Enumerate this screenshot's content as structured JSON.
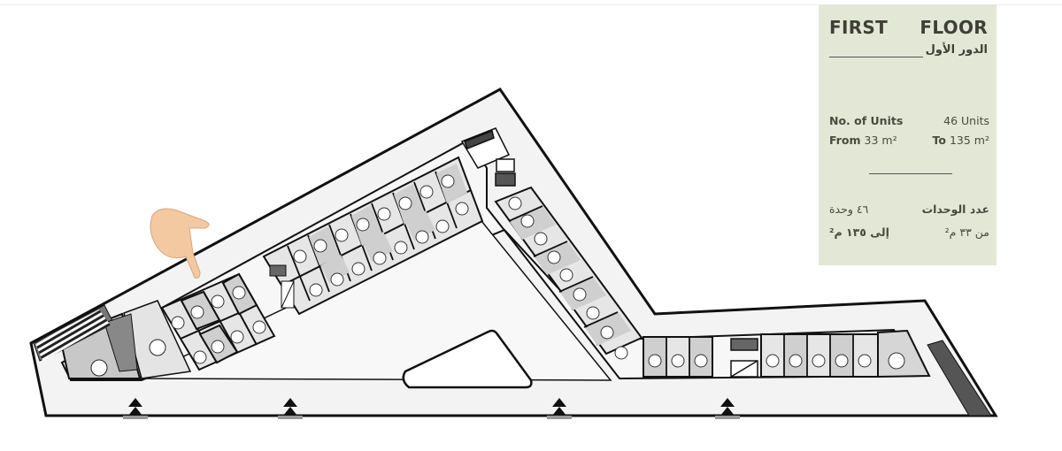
{
  "info_panel": {
    "title_left": "FIRST",
    "title_right": "FLOOR",
    "title_arabic": "الدور الأول",
    "units_label": "No. of Units",
    "units_value": "46 Units",
    "from_label": "From",
    "from_value": "33 m²",
    "to_label": "To",
    "to_value": "135 m²",
    "units_label_arabic": "عدد الوحدات",
    "units_value_arabic": "٤٦ وحدة",
    "from_arabic": "من ٣٣ م²",
    "to_arabic": "إلى ١٣٥ م²",
    "background_color": "#e3e8d6"
  },
  "floor_plan": {
    "name": "First floor plan",
    "pointer": "pointing-hand-icon",
    "unit_count": 46,
    "unit_label_format": "F-## / area m²",
    "entrances": [
      153,
      328,
      632,
      822
    ],
    "colors": {
      "wall": "#111111",
      "corridor": "#f2f2f2",
      "unit_light": "#e6e6e6",
      "unit_dark": "#cfcfcf",
      "stair": "#555555"
    }
  }
}
